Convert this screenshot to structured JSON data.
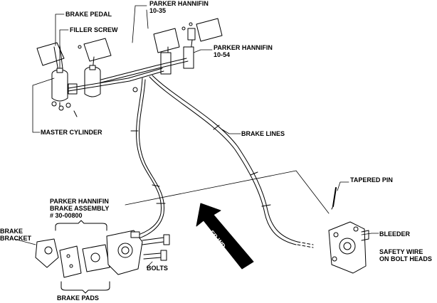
{
  "diagram": {
    "colors": {
      "ink": "#000000",
      "paper": "#ffffff"
    },
    "labels": {
      "brake_pedal": "BRAKE PEDAL",
      "filler_screw": "FILLER SCREW",
      "parker_10_35": [
        "PARKER HANNIFIN",
        "10-35"
      ],
      "parker_10_54": [
        "PARKER HANNIFIN",
        "10-54"
      ],
      "master_cylinder": "MASTER CYLINDER",
      "brake_lines": "BRAKE LINES",
      "tapered_pin": "TAPERED PIN",
      "parker_assembly": [
        "PARKER HANNIFIN",
        "BRAKE ASSEMBLY",
        "# 30-00800"
      ],
      "brake_bracket": [
        "BRAKE",
        "BRACKET"
      ],
      "bleeder": "BLEEDER",
      "safety_wire": [
        "SAFETY WIRE",
        "ON BOLT HEADS"
      ],
      "bolts": "BOLTS",
      "brake_pads": "BRAKE PADS",
      "fwd_arrow": "FR WD"
    },
    "icons": [
      "forward-arrow-icon"
    ]
  }
}
